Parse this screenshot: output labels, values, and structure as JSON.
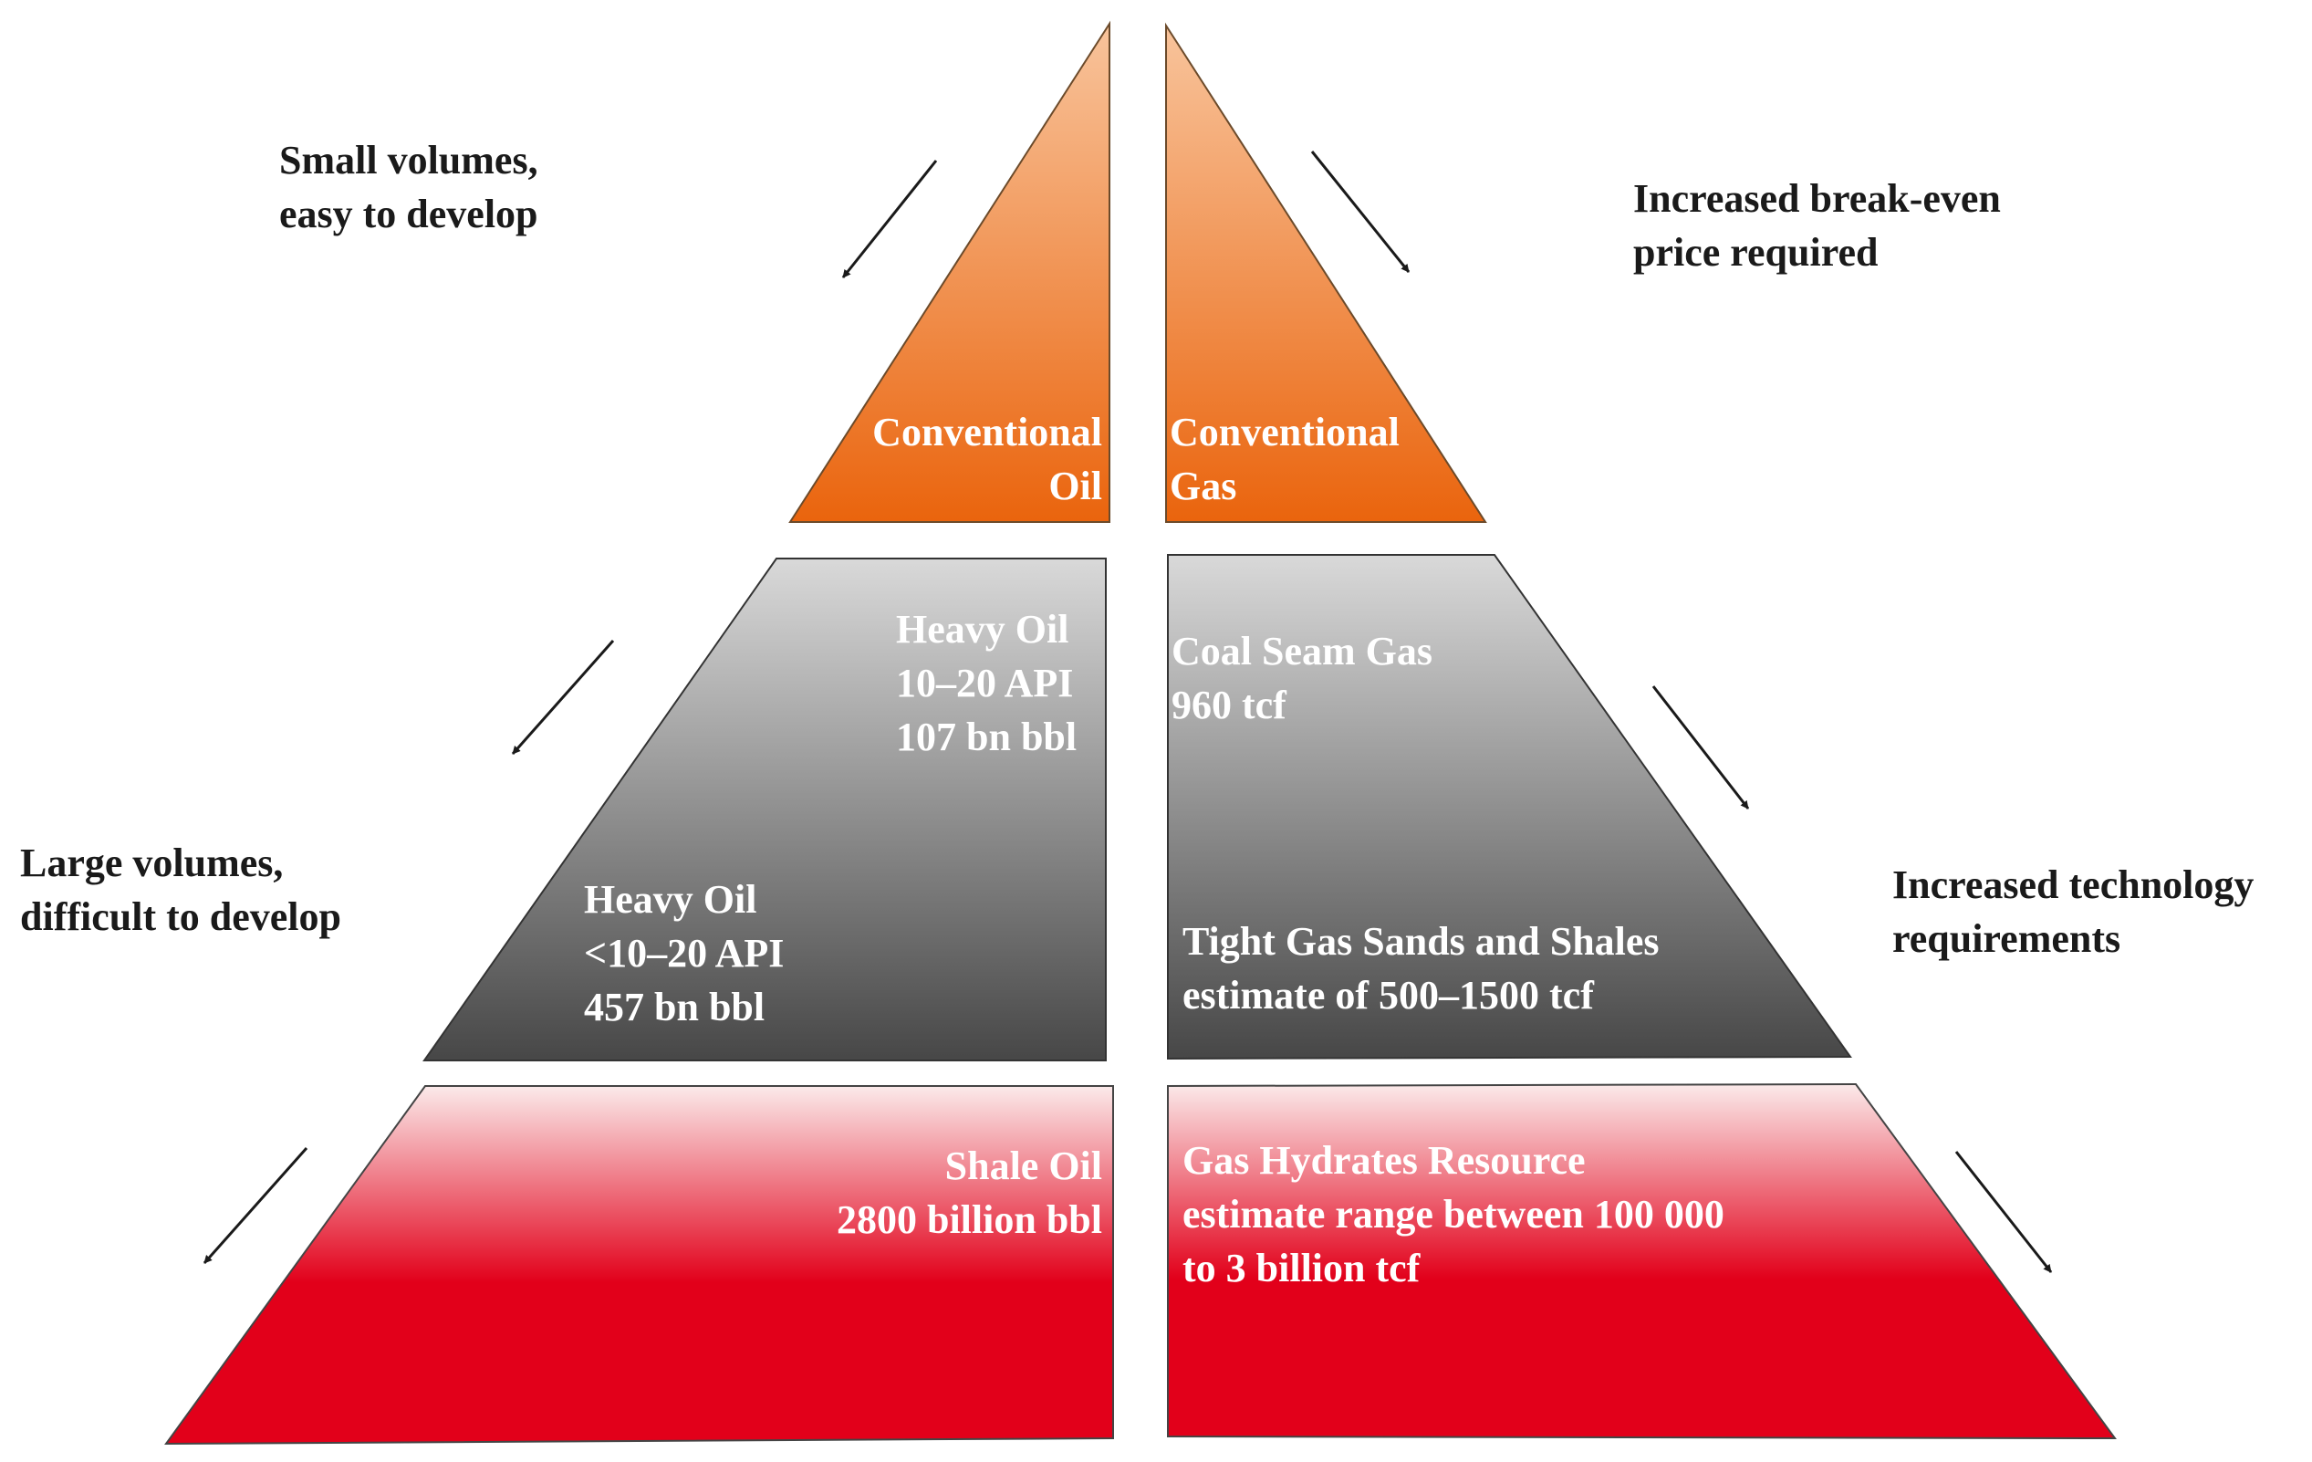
{
  "colors": {
    "orange_top": "#f8c49c",
    "orange_bottom": "#ea640d",
    "gray_top": "#d9d9d9",
    "gray_bottom": "#474747",
    "red_top": "#fbeaea",
    "red_bottom": "#e2001a",
    "tier_text": "#ffffff",
    "side_text": "#1a1a1a",
    "arrow": "#1a1a1a"
  },
  "side_labels": {
    "small_volumes": [
      "Small volumes,",
      "easy to develop"
    ],
    "large_volumes": [
      "Large volumes,",
      "difficult to develop"
    ],
    "breakeven": [
      "Increased break-even",
      "price required"
    ],
    "technology": [
      "Increased technology",
      "requirements"
    ]
  },
  "tiers": {
    "conventional_oil": [
      "Conventional",
      "Oil"
    ],
    "conventional_gas": [
      "Conventional",
      "Gas"
    ],
    "heavy_oil_upper": [
      "Heavy Oil",
      "10–20 API",
      "107 bn bbl"
    ],
    "heavy_oil_lower": [
      "Heavy Oil",
      "<10–20 API",
      "457 bn bbl"
    ],
    "coal_seam_gas": [
      "Coal Seam Gas",
      "960 tcf"
    ],
    "tight_gas": [
      "Tight Gas Sands and Shales",
      "estimate of 500–1500 tcf"
    ],
    "shale_oil": [
      "Shale Oil",
      "2800 billion bbl"
    ],
    "gas_hydrates": [
      "Gas Hydrates Resource",
      "estimate range between 100 000",
      "to 3 billion tcf"
    ]
  }
}
